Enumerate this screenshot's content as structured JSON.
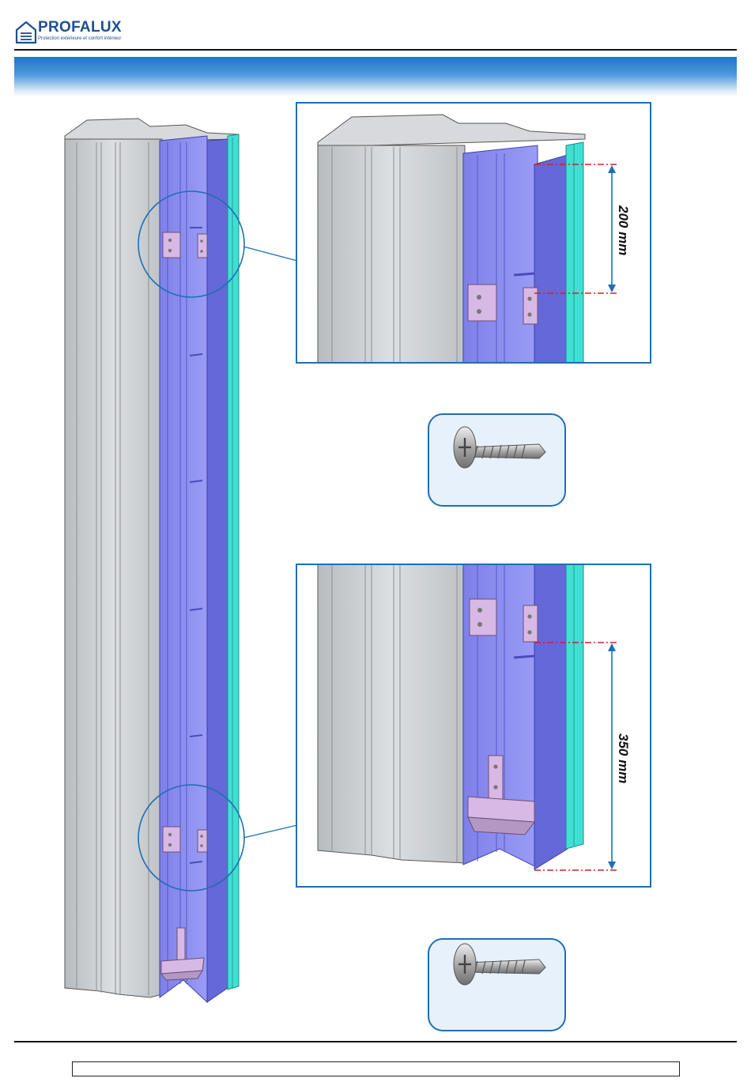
{
  "brand": {
    "name": "PROFALUX",
    "tagline": "Protection extérieure et confort intérieur",
    "color": "#1f4f8f"
  },
  "banner": {
    "color_top": "#1f75c8",
    "color_bottom": "#ffffff"
  },
  "details": {
    "top": {
      "dimension": "200 mm"
    },
    "bottom": {
      "dimension": "350 mm"
    }
  },
  "colors": {
    "profile_grey": "#c9cccf",
    "slide_blue": "#8b8df0",
    "slide_dark": "#6568d8",
    "seal_cyan": "#3fe0d4",
    "bracket_pink": "#d8b8e4",
    "callout_stroke": "#1f6fb3",
    "dimension_red": "#d4202a",
    "dimension_blue": "#1f6fb3",
    "screw_box_fill": "#e6f1fb"
  },
  "icons": [
    "house-logo-icon",
    "self-drilling-screw-icon"
  ]
}
